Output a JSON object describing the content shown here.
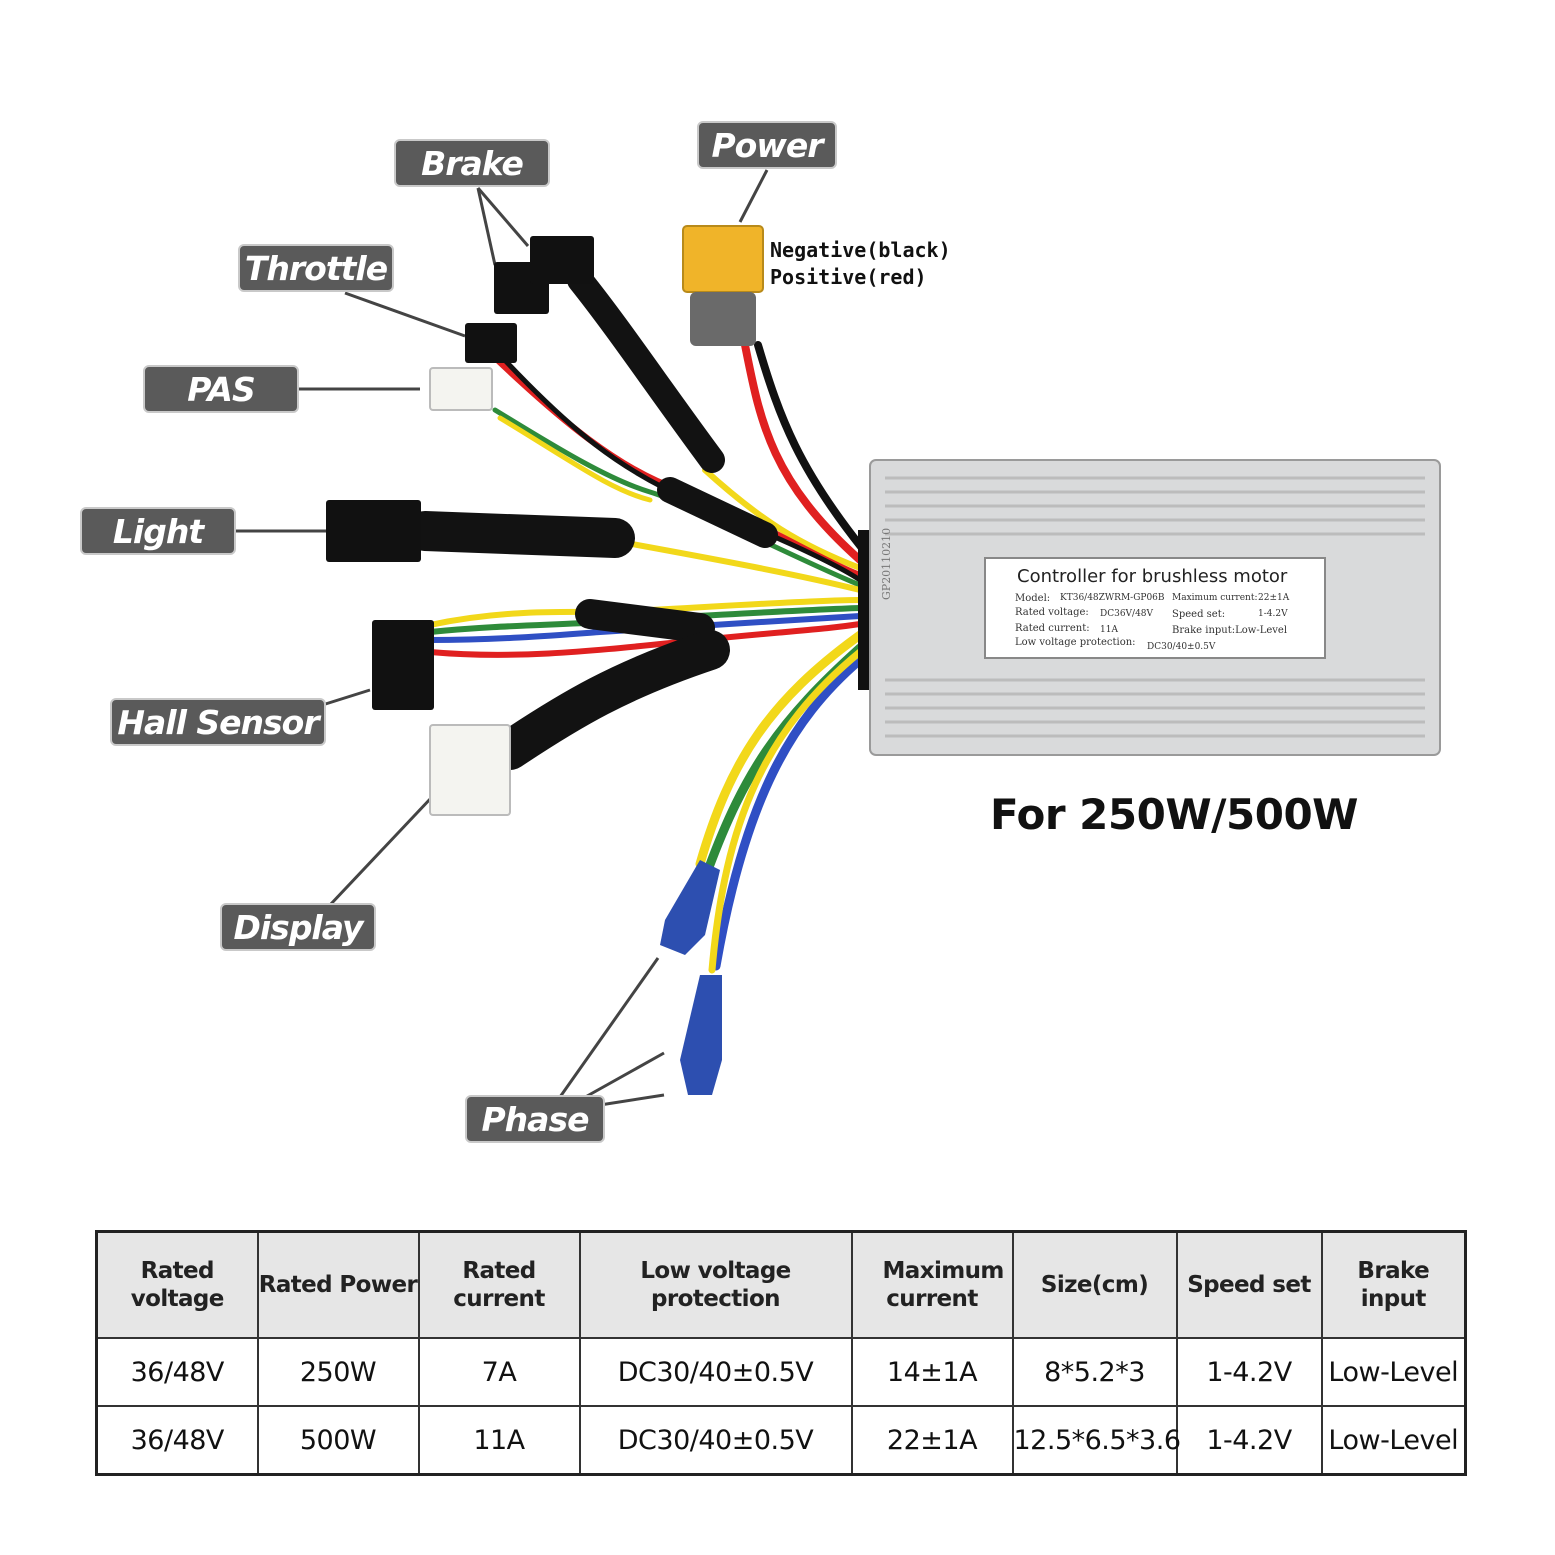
{
  "labels": {
    "brake": "Brake",
    "power": "Power",
    "throttle": "Throttle",
    "pas": "PAS",
    "light": "Light",
    "hall_sensor": "Hall Sensor",
    "display": "Display",
    "phase": "Phase"
  },
  "power_polarity": {
    "negative": "Negative(black)",
    "positive": "Positive(red)"
  },
  "controller_sticker": {
    "title": "Controller for brushless motor",
    "model_label": "Model:",
    "model_value": "KT36/48ZWRM-GP06B",
    "max_current_label": "Maximum current:",
    "max_current_value": "22±1A",
    "rated_voltage_label": "Rated voltage:",
    "rated_voltage_value": "DC36V/48V",
    "speed_set_label": "Speed set:",
    "speed_set_value": "1-4.2V",
    "rated_current_label": "Rated current:",
    "rated_current_value": "11A",
    "brake_input": "Brake input:Low-Level",
    "low_voltage_label": "Low voltage protection:",
    "low_voltage_value": "DC30/40±0.5V",
    "side_code": "GP20110210"
  },
  "caption": "For 250W/500W",
  "spec_table": {
    "headers": [
      "Rated voltage",
      "Rated Power",
      "Rated current",
      "Low voltage protection",
      "Maximum current",
      "Size(cm)",
      "Speed set",
      "Brake input"
    ],
    "rows": [
      [
        "36/48V",
        "250W",
        "7A",
        "DC30/40±0.5V",
        "14±1A",
        "8*5.2*3",
        "1-4.2V",
        "Low-Level"
      ],
      [
        "36/48V",
        "500W",
        "11A",
        "DC30/40±0.5V",
        "22±1A",
        "12.5*6.5*3.6",
        "1-4.2V",
        "Low-Level"
      ]
    ]
  },
  "colors": {
    "label_bg": "#5a5a5a",
    "wire_red": "#e02020",
    "wire_yellow": "#f2d81a",
    "wire_green": "#2e8b3a",
    "wire_blue": "#2f4fc4",
    "wire_black": "#111111",
    "connector_yellow": "#f0b429",
    "phase_blue": "#2d4fb0"
  }
}
